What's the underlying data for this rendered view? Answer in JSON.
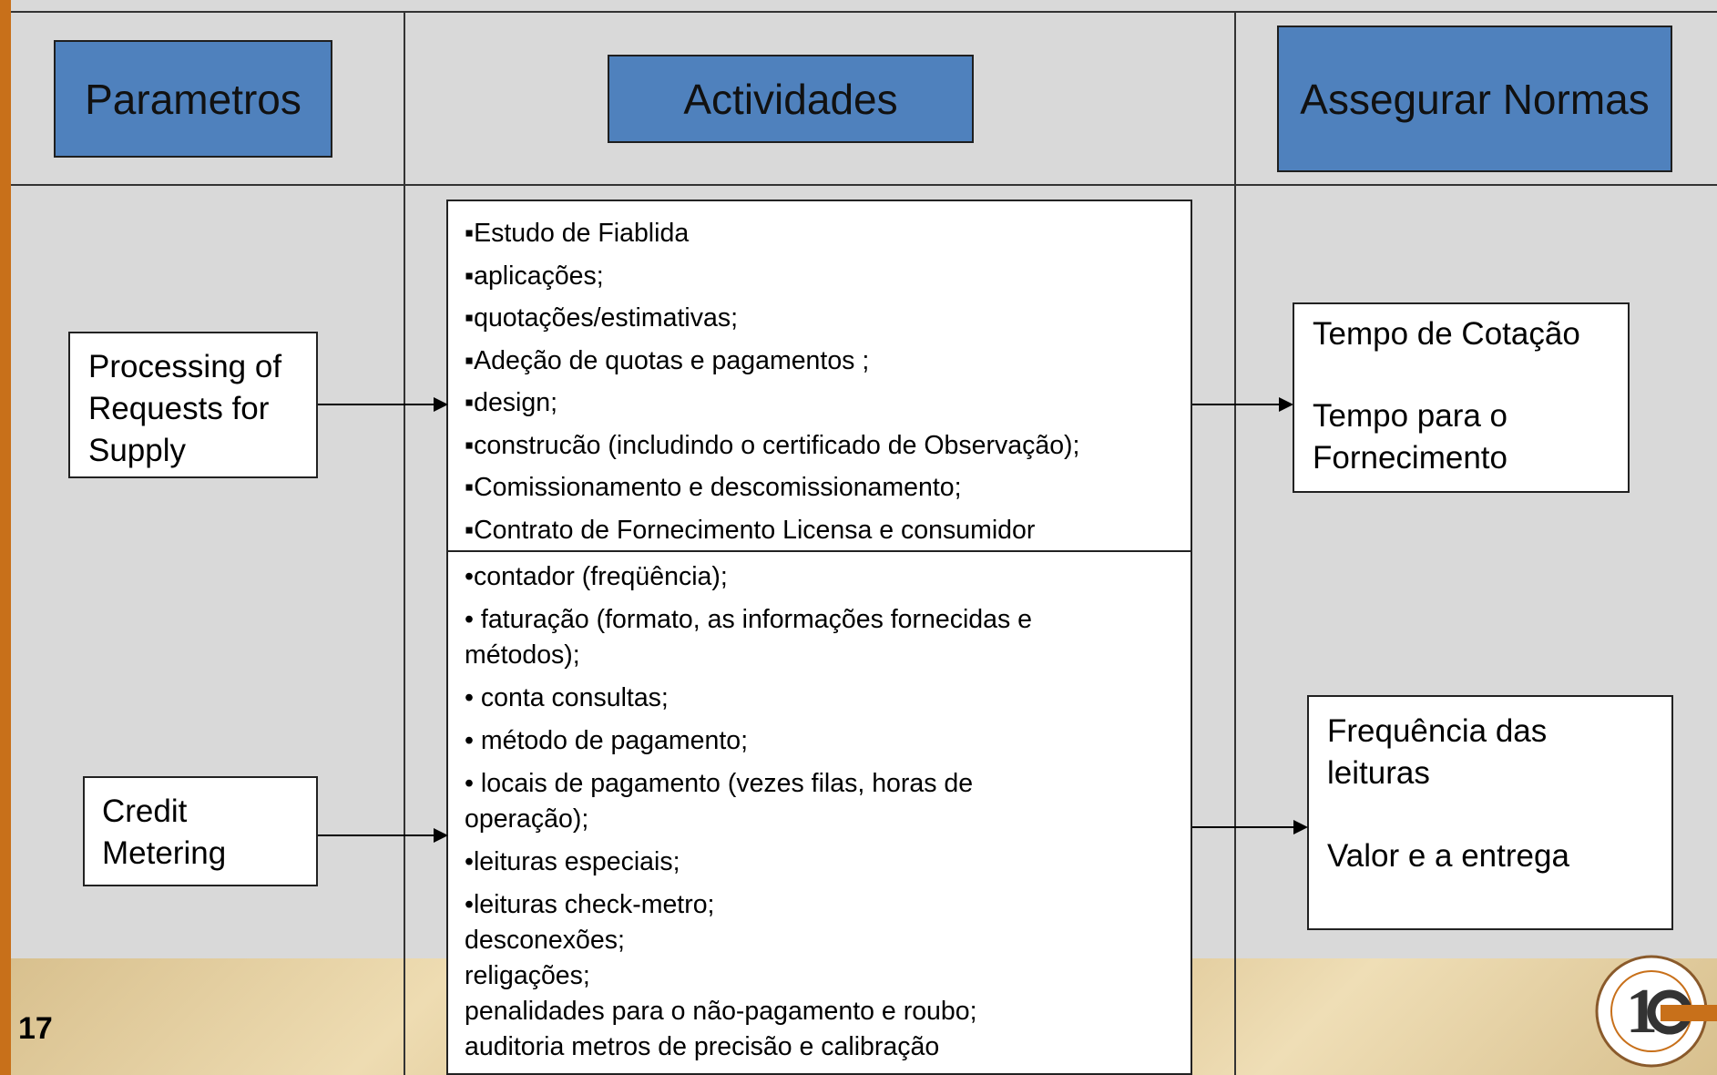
{
  "headers": {
    "parametros": "Parametros",
    "actividades": "Actividades",
    "normas": "Assegurar Normas"
  },
  "parameters": {
    "processing": "Processing of Requests for Supply",
    "credit": "Credit Metering"
  },
  "activities_supply": [
    "▪Estudo de Fiablida",
    "▪aplicações;",
    "▪quotações/estimativas;",
    "▪Adeção de quotas e pagamentos ;",
    "▪design;",
    "▪construcão (includindo o certificado de Observação);",
    "▪Comissionamento  e descomissionamento;",
    "▪Contrato de Fornecimento Licensa e consumidor"
  ],
  "activities_metering": [
    "•contador (freqüência);",
    "• faturação (formato, as informações fornecidas e",
    "métodos);",
    "• conta consultas;",
    "• método de pagamento;",
    "• locais de pagamento (vezes filas, horas de",
    "operação);",
    "•leituras especiais;",
    "•leituras check-metro;",
    "desconexões;",
    "religações;",
    "penalidades para o não-pagamento e roubo;",
    "auditoria metros de precisão e calibração"
  ],
  "standards_supply": {
    "line1": "Tempo de Cotação",
    "line2": "Tempo para o Fornecimento"
  },
  "standards_metering": {
    "line1": "Frequência das leituras",
    "line2": "Valor e a entrega"
  },
  "page_number": "17",
  "colors": {
    "left_bar": "#c8701a",
    "header_fill": "#4f81bd",
    "background": "#d9d9d9"
  },
  "icons": {
    "logo": "rera-10-year-anniversary-logo"
  }
}
